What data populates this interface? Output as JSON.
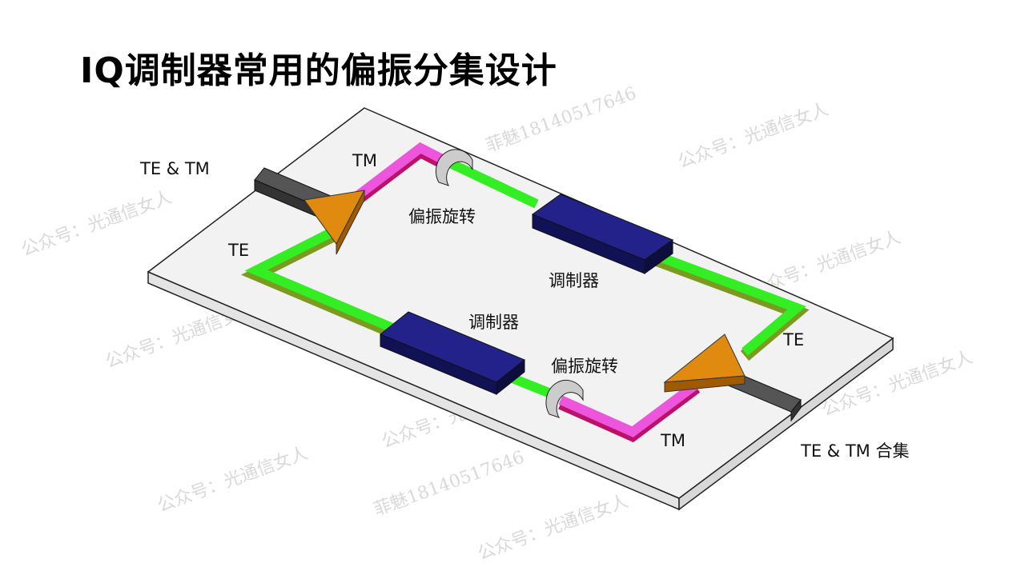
{
  "title": "IQ调制器常用的偏振分集设计",
  "labels": {
    "input": "TE & TM",
    "tm_top": "TM",
    "rotator_top": "偏振旋转",
    "te_left": "TE",
    "modulator_top": "调制器",
    "modulator_bottom": "调制器",
    "rotator_bottom": "偏振旋转",
    "te_right": "TE",
    "tm_bottom": "TM",
    "output": "TE & TM 合集"
  },
  "watermarks": [
    "公众号：光通信女人",
    "菲魅18140517646"
  ],
  "colors": {
    "te_waveguide": "#33ee22",
    "tm_waveguide": "#ee55dd",
    "modulator": "#1a1a7a",
    "splitter": "#e08a10",
    "port": "#444444",
    "board": "#f2f2f2"
  }
}
